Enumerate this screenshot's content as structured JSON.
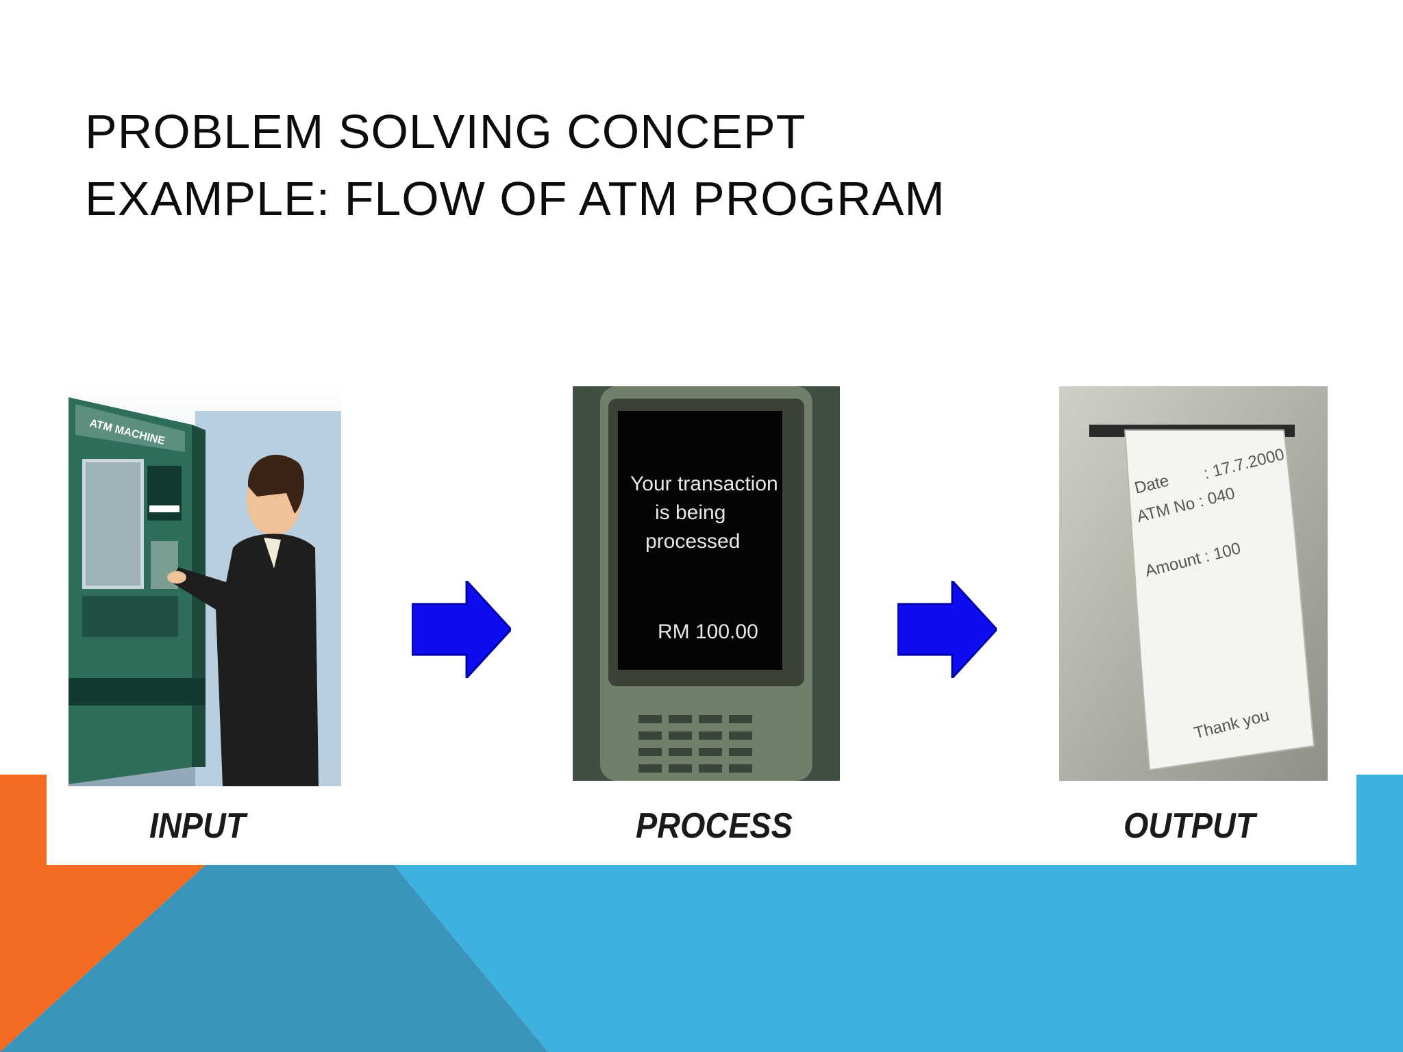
{
  "slide": {
    "title_line1": "PROBLEM SOLVING CONCEPT",
    "title_line2": "EXAMPLE: FLOW OF ATM PROGRAM"
  },
  "diagram": {
    "stages": [
      {
        "label": "INPUT",
        "image": "person-using-atm"
      },
      {
        "label": "PROCESS",
        "image": "atm-screen"
      },
      {
        "label": "OUTPUT",
        "image": "printed-receipt"
      }
    ],
    "atm_sign": "ATM MACHINE",
    "process_screen": {
      "line1": "Your transaction",
      "line2": "is being",
      "line3": "processed",
      "amount": "RM 100.00"
    },
    "receipt": {
      "date_label": "Date",
      "date_value": ": 17.7.2000",
      "atm_no": "ATM No : 040",
      "amount": "Amount : 100",
      "thanks": "Thank you"
    },
    "arrow_icon": "right-arrow-icon"
  },
  "colors": {
    "orange": "#f26b21",
    "light_blue": "#3eb1e0",
    "mid_blue": "#3b94b9",
    "arrow_blue": "#0d0df0",
    "title": "#0c0c0c"
  }
}
